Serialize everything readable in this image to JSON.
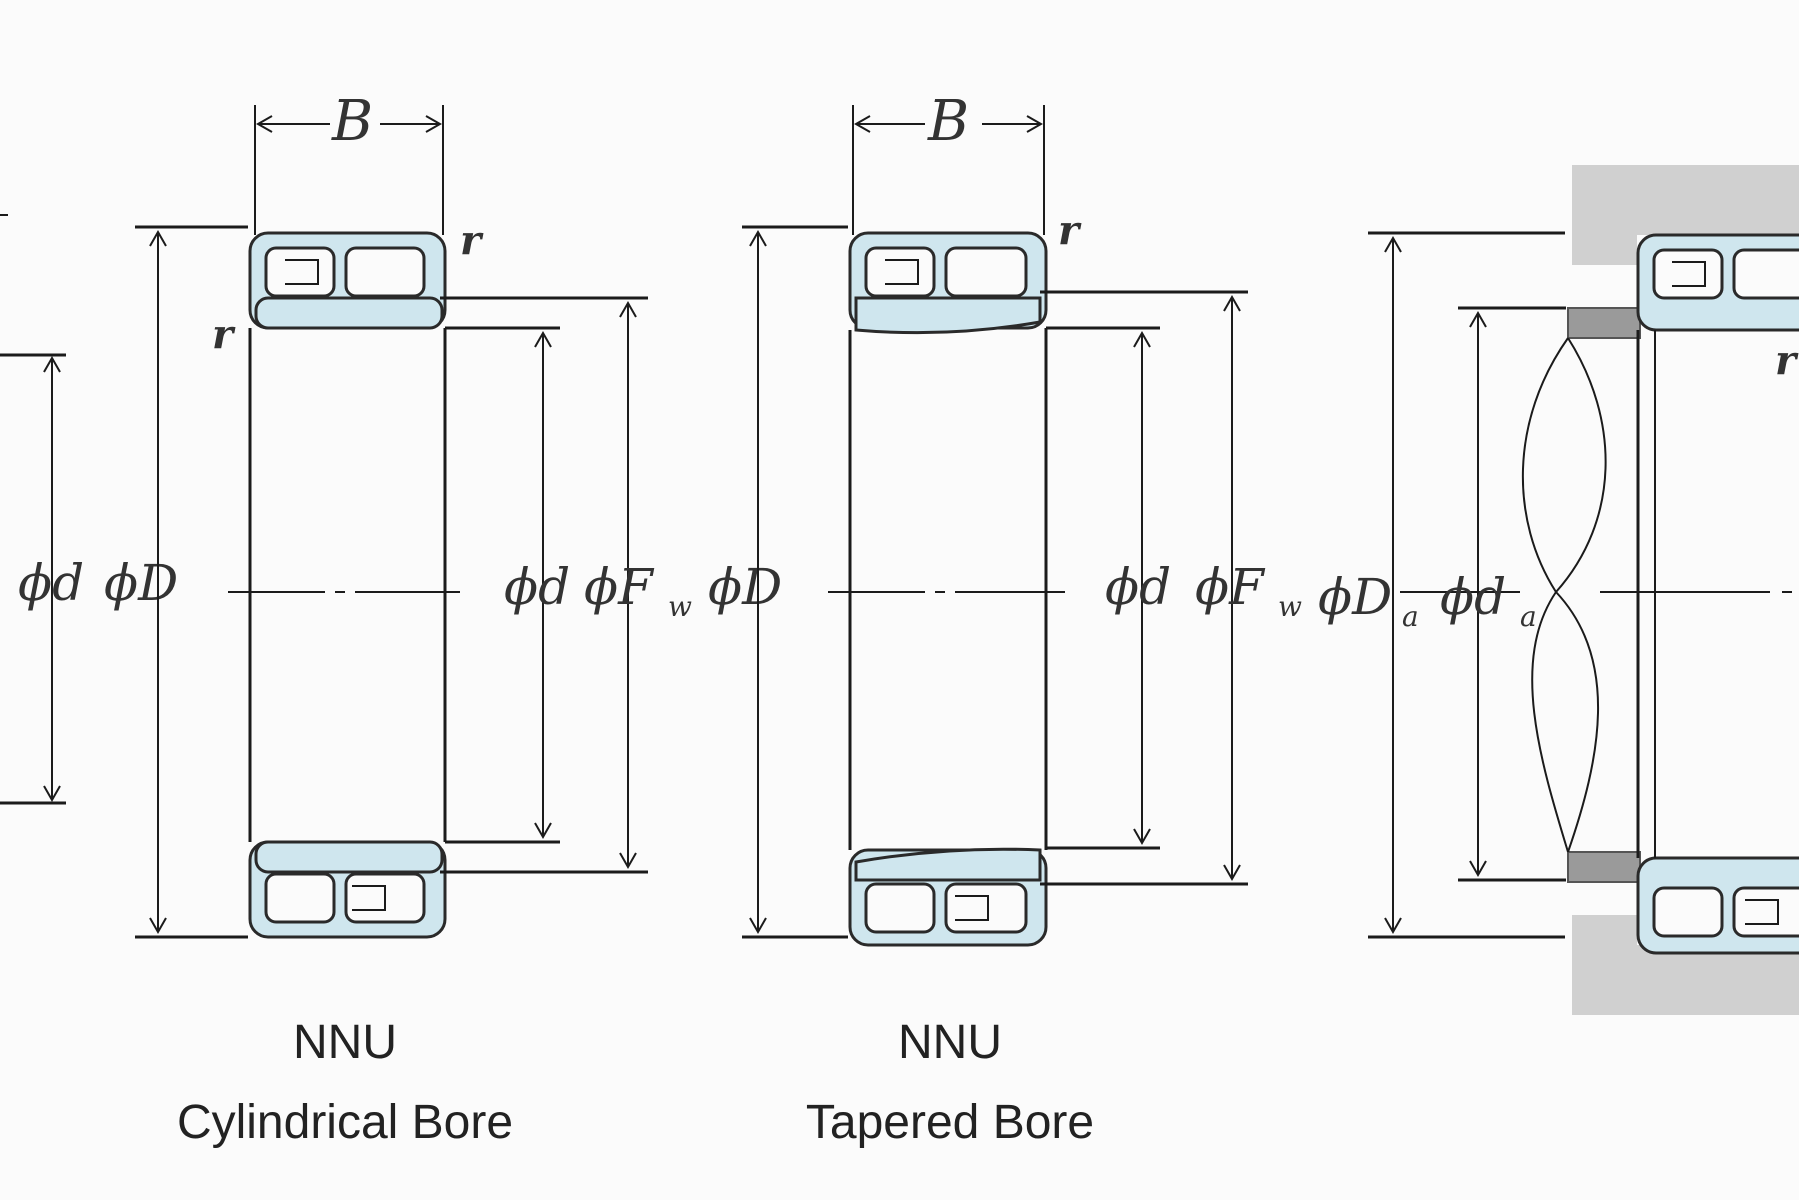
{
  "labels": {
    "B": "B",
    "r": "r",
    "phi_d": "ϕd",
    "phi_D": "ϕD",
    "phi_F": "ϕF",
    "phi_Da": "ϕD",
    "phi_da": "ϕd",
    "sub_w": "w",
    "sub_a": "a"
  },
  "captions": {
    "left_type": "NNU",
    "left_bore": "Cylindrical Bore",
    "mid_type": "NNU",
    "mid_bore": "Tapered Bore"
  },
  "colors": {
    "ring_fill": "#cfe6ee",
    "housing_fill": "#d0d0d0",
    "line": "#1b1b1b"
  }
}
